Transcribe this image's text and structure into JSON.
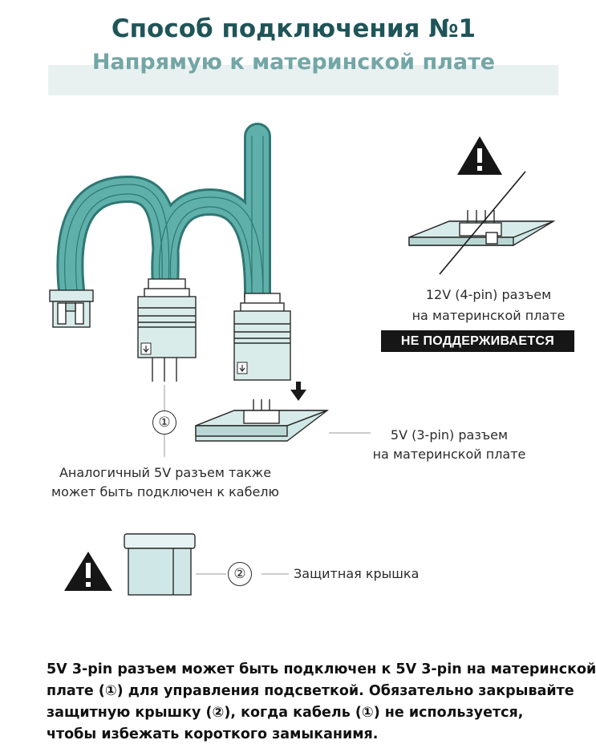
{
  "header": {
    "title": "Способ подключения №1",
    "subtitle": "Напрямую к материнской плате"
  },
  "warning_top": {
    "icon": "warning-icon",
    "label_line1": "12V (4-pin) разъем",
    "label_line2": "на материнской плате",
    "badge": "НЕ ПОДДЕРЖИВАЕТСЯ"
  },
  "connector_5v": {
    "label_line1": "5V (3-pin) разъем",
    "label_line2": "на материнской плате"
  },
  "callout_1": {
    "marker": "①",
    "text_line1": "Аналогичный 5V разъем также",
    "text_line2": "может быть подключен к кабелю"
  },
  "callout_2": {
    "marker": "②",
    "icon": "warning-icon",
    "text": "Защитная крышка"
  },
  "footer": {
    "line1": "5V 3-pin разъем может быть подключен к 5V 3-pin на материнской",
    "line2": "плате (①) для управления подсветкой. Обязательно закрывайте",
    "line3": "защитную крышку (②), когда кабель (①) не используется,",
    "line4": "чтобы избежать короткого замыканимя."
  },
  "colors": {
    "title": "#1f5558",
    "subtitle": "#73a6a6",
    "cable": "#3f8f8b",
    "board": "#cfe7e6",
    "connector": "#d9ecea",
    "badge_bg": "#161616"
  }
}
